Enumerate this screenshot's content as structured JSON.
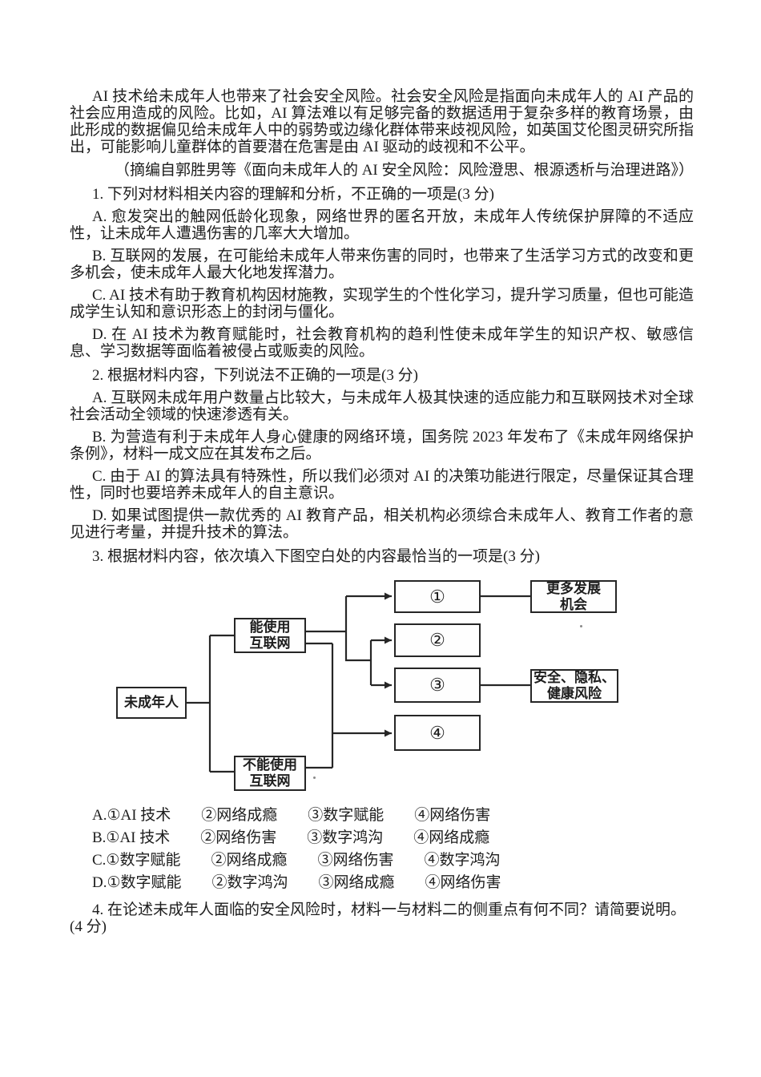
{
  "passage": {
    "paragraph": "AI 技术给未成年人也带来了社会安全风险。社会安全风险是指面向未成年人的 AI 产品的社会应用造成的风险。比如，AI 算法难以有足够完备的数据适用于复杂多样的教育场景，由此形成的数据偏见给未成年人中的弱势或边缘化群体带来歧视风险，如英国艾伦图灵研究所指出，可能影响儿童群体的首要潜在危害是由 AI 驱动的歧视和不公平。",
    "citation": "（摘编自郭胜男等《面向未成年人的 AI 安全风险：风险澄思、根源透析与治理进路》）"
  },
  "question1": {
    "stem": "1. 下列对材料相关内容的理解和分析，不正确的一项是(3 分)",
    "options": [
      "A. 愈发突出的触网低龄化现象，网络世界的匿名开放，未成年人传统保护屏障的不适应性，让未成年人遭遇伤害的几率大大增加。",
      "B. 互联网的发展，在可能给未成年人带来伤害的同时，也带来了生活学习方式的改变和更多机会，使未成年人最大化地发挥潜力。",
      "C. AI 技术有助于教育机构因材施教，实现学生的个性化学习，提升学习质量，但也可能造成学生认知和意识形态上的封闭与僵化。",
      "D. 在 AI 技术为教育赋能时，社会教育机构的趋利性使未成年学生的知识产权、敏感信息、学习数据等面临着被侵占或贩卖的风险。"
    ]
  },
  "question2": {
    "stem": "2. 根据材料内容，下列说法不正确的一项是(3 分)",
    "options": [
      "A. 互联网未成年用户数量占比较大，与未成年人极其快速的适应能力和互联网技术对全球社会活动全领域的快速渗透有关。",
      "B. 为营造有利于未成年人身心健康的网络环境，国务院 2023 年发布了《未成年网络保护条例》，材料一成文应在其发布之后。",
      "C. 由于 AI 的算法具有特殊性，所以我们必须对 AI 的决策功能进行限定，尽量保证其合理性，同时也要培养未成年人的自主意识。",
      "D. 如果试图提供一款优秀的 AI 教育产品，相关机构必须综合未成年人、教育工作者的意见进行考量，并提升技术的算法。"
    ]
  },
  "question3": {
    "stem": "3. 根据材料内容，依次填入下图空白处的内容最恰当的一项是(3 分)",
    "options": [
      "A.①AI 技术　　②网络成瘾　　③数字赋能　　④网络伤害",
      "B.①AI 技术　　②网络伤害　　③数字鸿沟　　④网络成瘾",
      "C.①数字赋能　　②网络成瘾　　③网络伤害　　④数字鸿沟",
      "D.①数字赋能　　②数字鸿沟　　③网络成瘾　　④网络伤害"
    ]
  },
  "question4": {
    "stem": "4. 在论述未成年人面临的安全风险时，材料一与材料二的侧重点有何不同？请简要说明。(4 分)"
  },
  "diagram": {
    "nodes": {
      "root": "未成年人",
      "can_use": "能使用\n互联网",
      "cannot_use": "不能使用\n互联网",
      "blank1": "①",
      "blank2": "②",
      "blank3": "③",
      "blank4": "④",
      "outcome_opportunity": "更多发展\n机会",
      "outcome_risk": "安全、隐私、\n健康风险"
    },
    "line_color": "#262626"
  }
}
